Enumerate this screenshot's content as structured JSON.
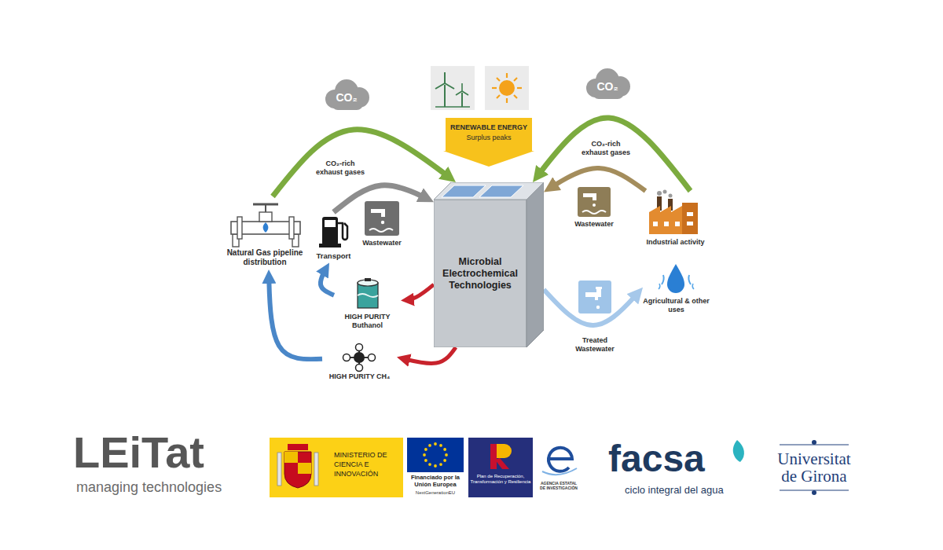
{
  "diagram": {
    "nodes": [
      {
        "text": [
          "CO₂"
        ]
      },
      {
        "text": [
          "RENEWABLE ENERGY",
          "Surplus peaks"
        ]
      },
      {
        "text": [
          "CO₂"
        ]
      },
      {
        "text": [
          "Natural Gas pipeline distribution"
        ]
      },
      {
        "text": [
          "Transport"
        ]
      },
      {
        "text": [
          "Wastewater"
        ]
      },
      {
        "text": [
          "Microbial Electrochemical Technologies"
        ]
      },
      {
        "text": [
          "Wastewater"
        ]
      },
      {
        "text": [
          "Industrial activity"
        ]
      },
      {
        "text": [
          "HIGH PURITY Buthanol"
        ]
      },
      {
        "text": [
          "Agricultural & other uses"
        ]
      },
      {
        "text": [
          "Treated Wastewater"
        ]
      },
      {
        "text": [
          "HIGH PURITY CH₄"
        ]
      },
      {
        "text": [
          "MINISTERIO DE CIENCIA E INNOVACIÓN"
        ]
      },
      {
        "text": [
          "Plan de Recuperación, Transformación y Resiliencia"
        ]
      }
    ],
    "edges": [
      {
        "from": 3,
        "to": 6,
        "arrow": "to"
      },
      {
        "from": 4,
        "to": 6,
        "arrow": "to"
      },
      {
        "from": 8,
        "to": 6,
        "arrow": "to"
      },
      {
        "from": 8,
        "to": 6,
        "arrow": "to"
      },
      {
        "from": 6,
        "to": 9,
        "arrow": "to"
      },
      {
        "from": 6,
        "to": 12,
        "arrow": "to"
      },
      {
        "from": 9,
        "to": 4,
        "arrow": "to"
      },
      {
        "from": 12,
        "to": 3,
        "arrow": "to"
      },
      {
        "from": 6,
        "to": 10,
        "arrow": "to"
      }
    ],
    "labels": [
      "CO₂-rich exhaust gases",
      "CO₂-rich exhaust gases",
      "LEiTat",
      "managing technologies",
      "Financiado por la Unión Europea",
      "NextGenerationEU",
      "AGENCIA ESTATAL DE INVESTIGACIÓN",
      "facsa",
      "ciclo integral del agua",
      "Universitat de Girona"
    ]
  }
}
